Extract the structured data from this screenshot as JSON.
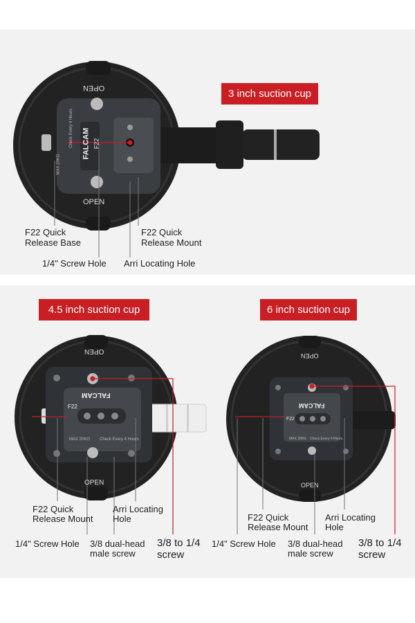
{
  "accent_color": "#c81e24",
  "sections": {
    "cup3": {
      "title": "3 inch suction cup",
      "labels": {
        "base_1": "F22 Quick",
        "base_2": "Release Base",
        "mount_1": "F22 Quick",
        "mount_2": "Release Mount",
        "screw_hole": "1/4\" Screw Hole",
        "arri": "Arri Locating Hole"
      },
      "cup_text": {
        "open_top": "OPEN",
        "open_bottom": "OPEN",
        "brand": "FALCAM",
        "model": "F22",
        "small_1": "MAX 20KG",
        "small_2": "Check Every 4 Hours"
      }
    },
    "cup45": {
      "title": "4.5 inch suction cup",
      "labels": {
        "mount_1": "F22 Quick",
        "mount_2": "Release Mount",
        "arri_1": "Arri Locating",
        "arri_2": "Hole",
        "screw_hole": "1/4\" Screw Hole",
        "dual_1": "3/8 dual-head",
        "dual_2": "male screw",
        "adapter_1": "3/8 to 1/4",
        "adapter_2": "screw"
      },
      "cup_text": {
        "open_top": "OPEN",
        "open_bottom": "OPEN",
        "brand": "FALCAM",
        "model": "F22",
        "small_1": "MAX 20KG",
        "small_2": "Check Every 4 Hours"
      }
    },
    "cup6": {
      "title": "6 inch suction cup",
      "labels": {
        "mount_1": "F22 Quick",
        "mount_2": "Release Mount",
        "arri_1": "Arri Locating",
        "arri_2": "Hole",
        "screw_hole": "1/4\" Screw Hole",
        "dual_1": "3/8 dual-head",
        "dual_2": "male screw",
        "adapter_1": "3/8 to 1/4",
        "adapter_2": "screw"
      },
      "cup_text": {
        "open_top": "OPEN",
        "open_bottom": "OPEN",
        "brand": "FALCAM",
        "model": "F22",
        "small_1": "MAX 30KG",
        "small_2": "Check Every 4 Hours"
      }
    }
  }
}
